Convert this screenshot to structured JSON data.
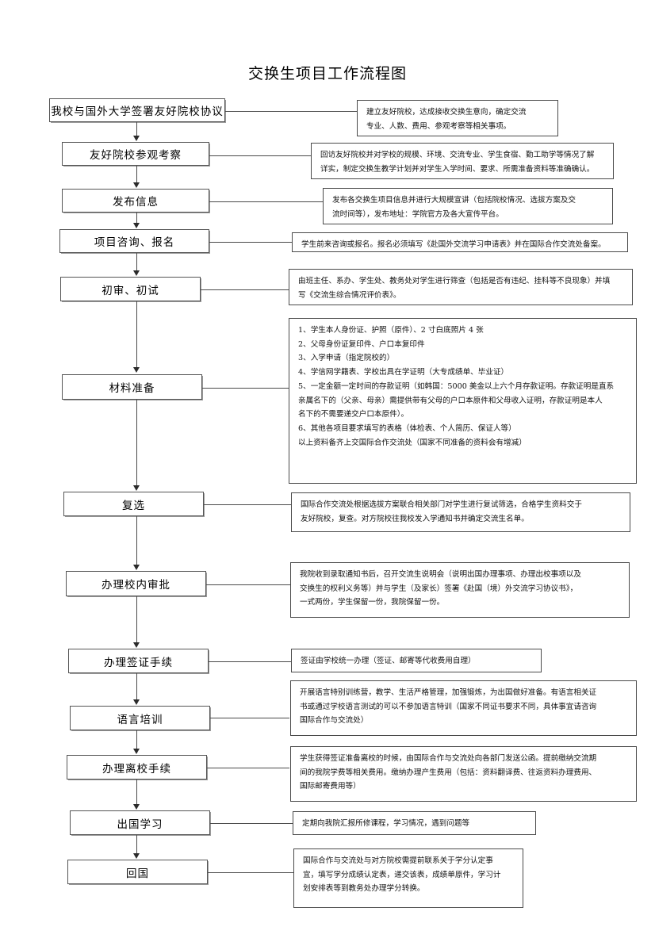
{
  "document": {
    "title": "交换生项目工作流程图"
  },
  "flow": {
    "nodes": [
      {
        "id": "node-1",
        "label": "我校与国外大学签署友好院校协议"
      },
      {
        "id": "node-2",
        "label": "友好院校参观考察"
      },
      {
        "id": "node-3",
        "label": "发布信息"
      },
      {
        "id": "node-4",
        "label": "项目咨询、报名"
      },
      {
        "id": "node-5",
        "label": "初审、初试"
      },
      {
        "id": "node-6",
        "label": "材料准备"
      },
      {
        "id": "node-7",
        "label": "复选"
      },
      {
        "id": "node-8",
        "label": "办理校内审批"
      },
      {
        "id": "node-9",
        "label": "办理签证手续"
      },
      {
        "id": "node-10",
        "label": "语言培训"
      },
      {
        "id": "node-11",
        "label": "办理离校手续"
      },
      {
        "id": "node-12",
        "label": "出国学习"
      },
      {
        "id": "node-13",
        "label": "回国"
      }
    ],
    "notes": [
      {
        "id": "note-1",
        "for": "node-1",
        "lines": [
          "建立友好院校，达成接收交换生意向，确定交流",
          "专业、人数、费用、参观考察等相关事项。"
        ]
      },
      {
        "id": "note-2",
        "for": "node-2",
        "lines": [
          "回访友好院校并对学校的规模、环境、交流专业、学生食宿、勤工助学等情况了解",
          "详实，制定交换生教学计划并对学生入学时间、要求、所需准备资料等准确确认。"
        ]
      },
      {
        "id": "note-3",
        "for": "node-3",
        "lines": [
          "发布各交换生项目信息并进行大规模宣讲（包括院校情况、选拔方案及交",
          "流时间等），发布地址：学院官方及各大宣传平台。"
        ]
      },
      {
        "id": "note-4",
        "for": "node-4",
        "lines": [
          "学生前来咨询或报名。报名必须填写《赴国外交流学习申请表》并在国际合作交流处备案。"
        ]
      },
      {
        "id": "note-5",
        "for": "node-5",
        "lines": [
          "由班主任、系办、学生处、教务处对学生进行筛查（包括是否有违纪、挂科等不良现象）并填",
          "写《交流生综合情况评价表》。"
        ]
      },
      {
        "id": "note-6",
        "for": "node-6",
        "lines": [
          "1、学生本人身份证、护照（原件）、2 寸白底照片 4 张",
          "2、父母身份证复印件、户口本复印件",
          "3、入学申请（指定院校的）",
          "4、学信网学籍表、学校出具在学证明（大专成绩单、毕业证）",
          "5、一定金额一定时间的存款证明（如韩国：5000 美金以上六个月存款证明。存款证明是直系",
          "亲属名下的（父亲、母亲）需提供带有父母的户口本原件和父母收入证明，存款证明是本人",
          "名下的不需要递交户口本原件）。",
          "6、其他各项目要求填写的表格（体检表、个人简历、保证人等）",
          "以上资料备齐上交国际合作交流处（国家不同准备的资料会有增减）"
        ]
      },
      {
        "id": "note-7",
        "for": "node-7",
        "lines": [
          "国际合作交流处根据选拔方案联合相关部门对学生进行复试筛选，合格学生资料交于",
          "友好院校，复查。对方院校往我校发入学通知书并确定交流生名单。"
        ]
      },
      {
        "id": "note-8",
        "for": "node-8",
        "lines": [
          "我院收到录取通知书后，召开交流生说明会（说明出国办理事项、办理出校事项以及",
          "交换生的权利义务等）并与学生（及家长）签署《赴国（境）外交流学习协议书》，",
          "一式两份，学生保留一份，我院保留一份。"
        ]
      },
      {
        "id": "note-9",
        "for": "node-9",
        "lines": [
          "签证由学校统一办理（签证、邮寄等代收费用自理）"
        ]
      },
      {
        "id": "note-10",
        "for": "node-10",
        "lines": [
          "开展语言特别训练营，教学、生活严格管理，加强锻炼，为出国做好准备。有语言相关证",
          "书或通过学校语言测试的可以不参加语言特训（国家不同证书要求不同，具体事宜请咨询",
          "国际合作与交流处）"
        ]
      },
      {
        "id": "note-11",
        "for": "node-11",
        "lines": [
          "学生获得签证准备离校的时候，由国际合作与交流处向各部门发送公函。提前缴纳交流期",
          "间的我院学费等相关费用。缴纳办理产生费用（包括：资料翻译费、往返资料办理费用、",
          "国际邮寄费用等）"
        ]
      },
      {
        "id": "note-12",
        "for": "node-12",
        "lines": [
          "定期向我院汇报所修课程，学习情况，遇到问题等"
        ]
      },
      {
        "id": "note-13",
        "for": "node-13",
        "lines": [
          "国际合作与交流处与对方院校需提前联系关于学分认定事",
          "宜，填写学分成绩认定表，递交该表，成绩单原件，学习计",
          "划安排表等到教务处办理学分转换。"
        ]
      }
    ]
  }
}
